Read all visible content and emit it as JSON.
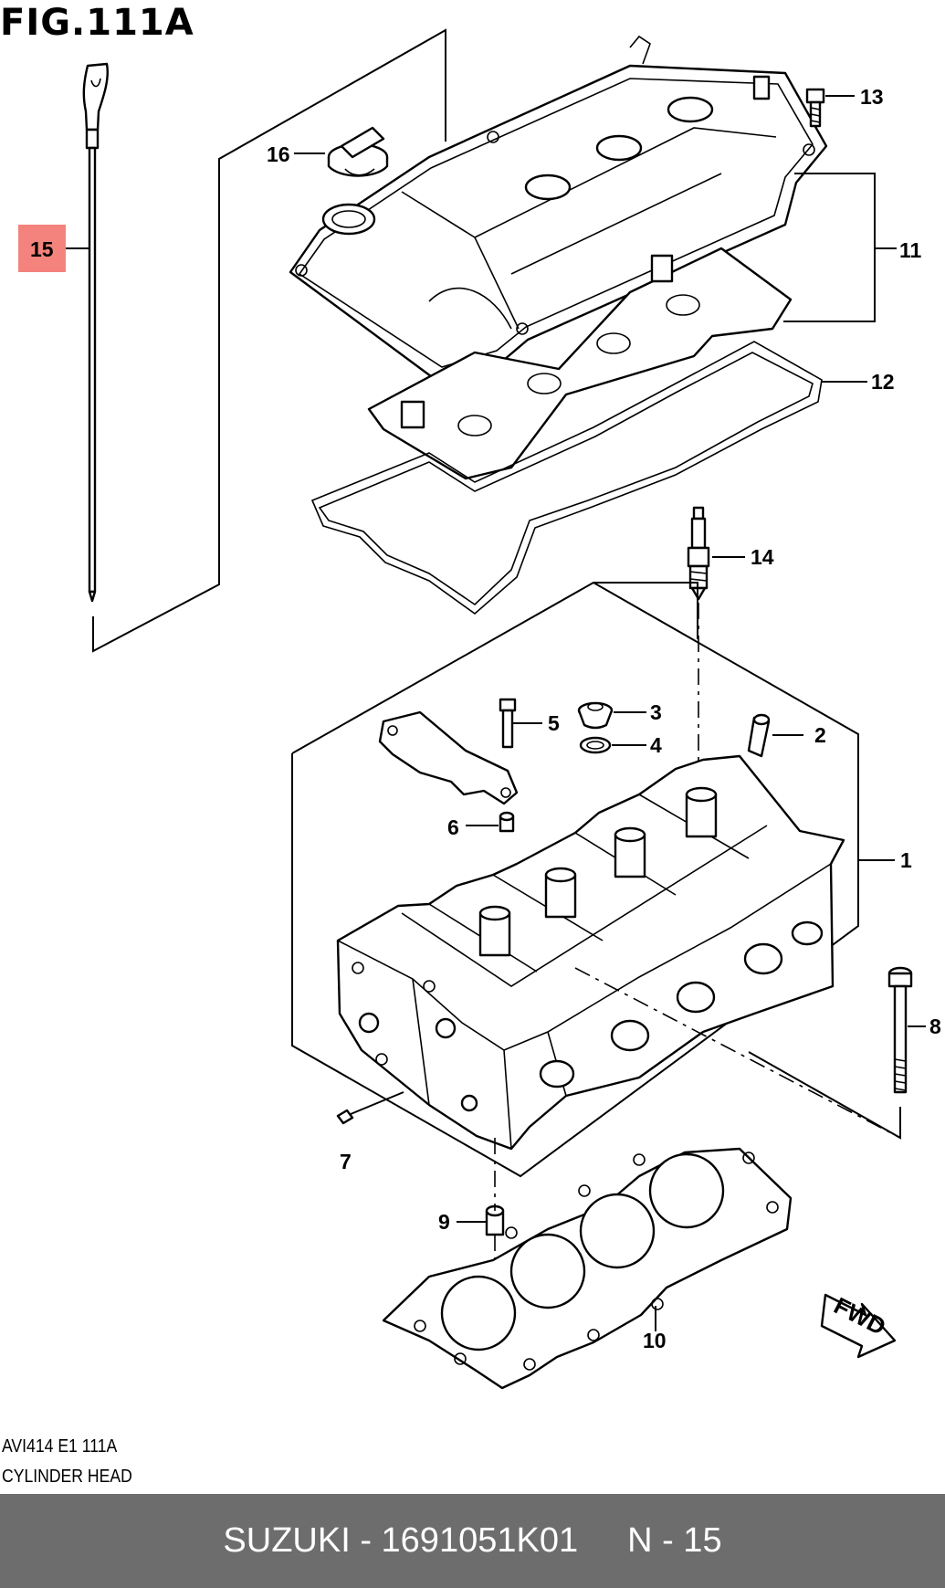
{
  "figure": {
    "title": "FIG.111A"
  },
  "callouts": [
    {
      "label": "1"
    },
    {
      "label": "2"
    },
    {
      "label": "3"
    },
    {
      "label": "4"
    },
    {
      "label": "5"
    },
    {
      "label": "6"
    },
    {
      "label": "7"
    },
    {
      "label": "8"
    },
    {
      "label": "9"
    },
    {
      "label": "10"
    },
    {
      "label": "11"
    },
    {
      "label": "12"
    },
    {
      "label": "13"
    },
    {
      "label": "14"
    },
    {
      "label": "15"
    },
    {
      "label": "16"
    }
  ],
  "highlight": {
    "label": "15",
    "color": "#f4837d"
  },
  "fwd_label": "FWD",
  "reference": {
    "code": "AVI414 E1 111A",
    "name": "CYLINDER HEAD"
  },
  "footer": {
    "brand_part": "SUZUKI - 1691051K01",
    "position": "N - 15",
    "background": "#6d6d6d"
  }
}
